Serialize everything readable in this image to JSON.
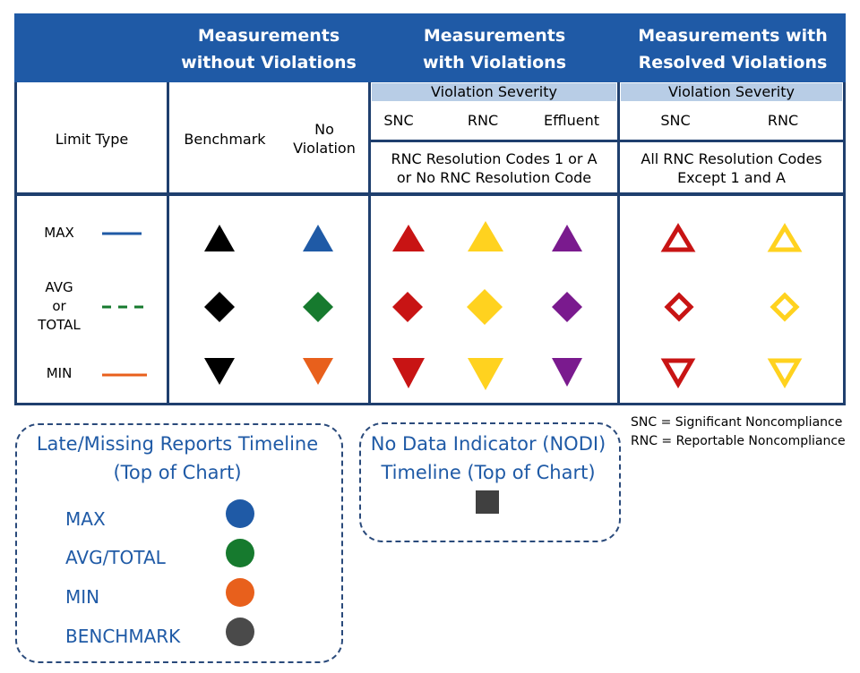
{
  "headers": {
    "col2": "Measurements\nwithout Violations",
    "col3": "Measurements\nwith Violations",
    "col4": "Measurements with\nResolved Violations"
  },
  "subheaders": {
    "limit_type": "Limit Type",
    "benchmark": "Benchmark",
    "no_violation": "No\nViolation",
    "violation_severity_a": "Violation Severity",
    "violation_severity_b": "Violation Severity",
    "snc_a": "SNC",
    "rnc_a": "RNC",
    "effluent": "Effluent",
    "snc_b": "SNC",
    "rnc_b": "RNC",
    "rnc_codes_a": "RNC Resolution Codes 1 or A\nor No RNC Resolution Code",
    "rnc_codes_b": "All RNC Resolution Codes\nExcept 1 and A"
  },
  "rows": [
    {
      "label": "MAX",
      "line_style": "solid",
      "line_color": "#1f5aa6",
      "shape": "triangle-up"
    },
    {
      "label": "AVG\nor\nTOTAL",
      "line_style": "dashed",
      "line_color": "#167a2e",
      "shape": "diamond"
    },
    {
      "label": "MIN",
      "line_style": "solid",
      "line_color": "#e8601c",
      "shape": "triangle-down"
    }
  ],
  "symbol_colors": {
    "benchmark": "#000000",
    "no_violation_max": "#1f5aa6",
    "no_violation_avg": "#167a2e",
    "no_violation_min": "#e8601c",
    "snc": "#c81414",
    "rnc": "#ffd21f",
    "effluent": "#7a1a8e"
  },
  "notes": {
    "snc": "SNC = Significant Noncompliance",
    "rnc": "RNC = Reportable Noncompliance"
  },
  "late_missing": {
    "title": "Late/Missing Reports Timeline\n(Top of Chart)",
    "items": [
      {
        "label": "MAX",
        "color": "#1f5aa6"
      },
      {
        "label": "AVG/TOTAL",
        "color": "#167a2e"
      },
      {
        "label": "MIN",
        "color": "#e8601c"
      },
      {
        "label": "BENCHMARK",
        "color": "#4a4a4a"
      }
    ]
  },
  "nodi": {
    "title": "No Data Indicator (NODI)\nTimeline (Top of Chart)",
    "color": "#404040"
  }
}
